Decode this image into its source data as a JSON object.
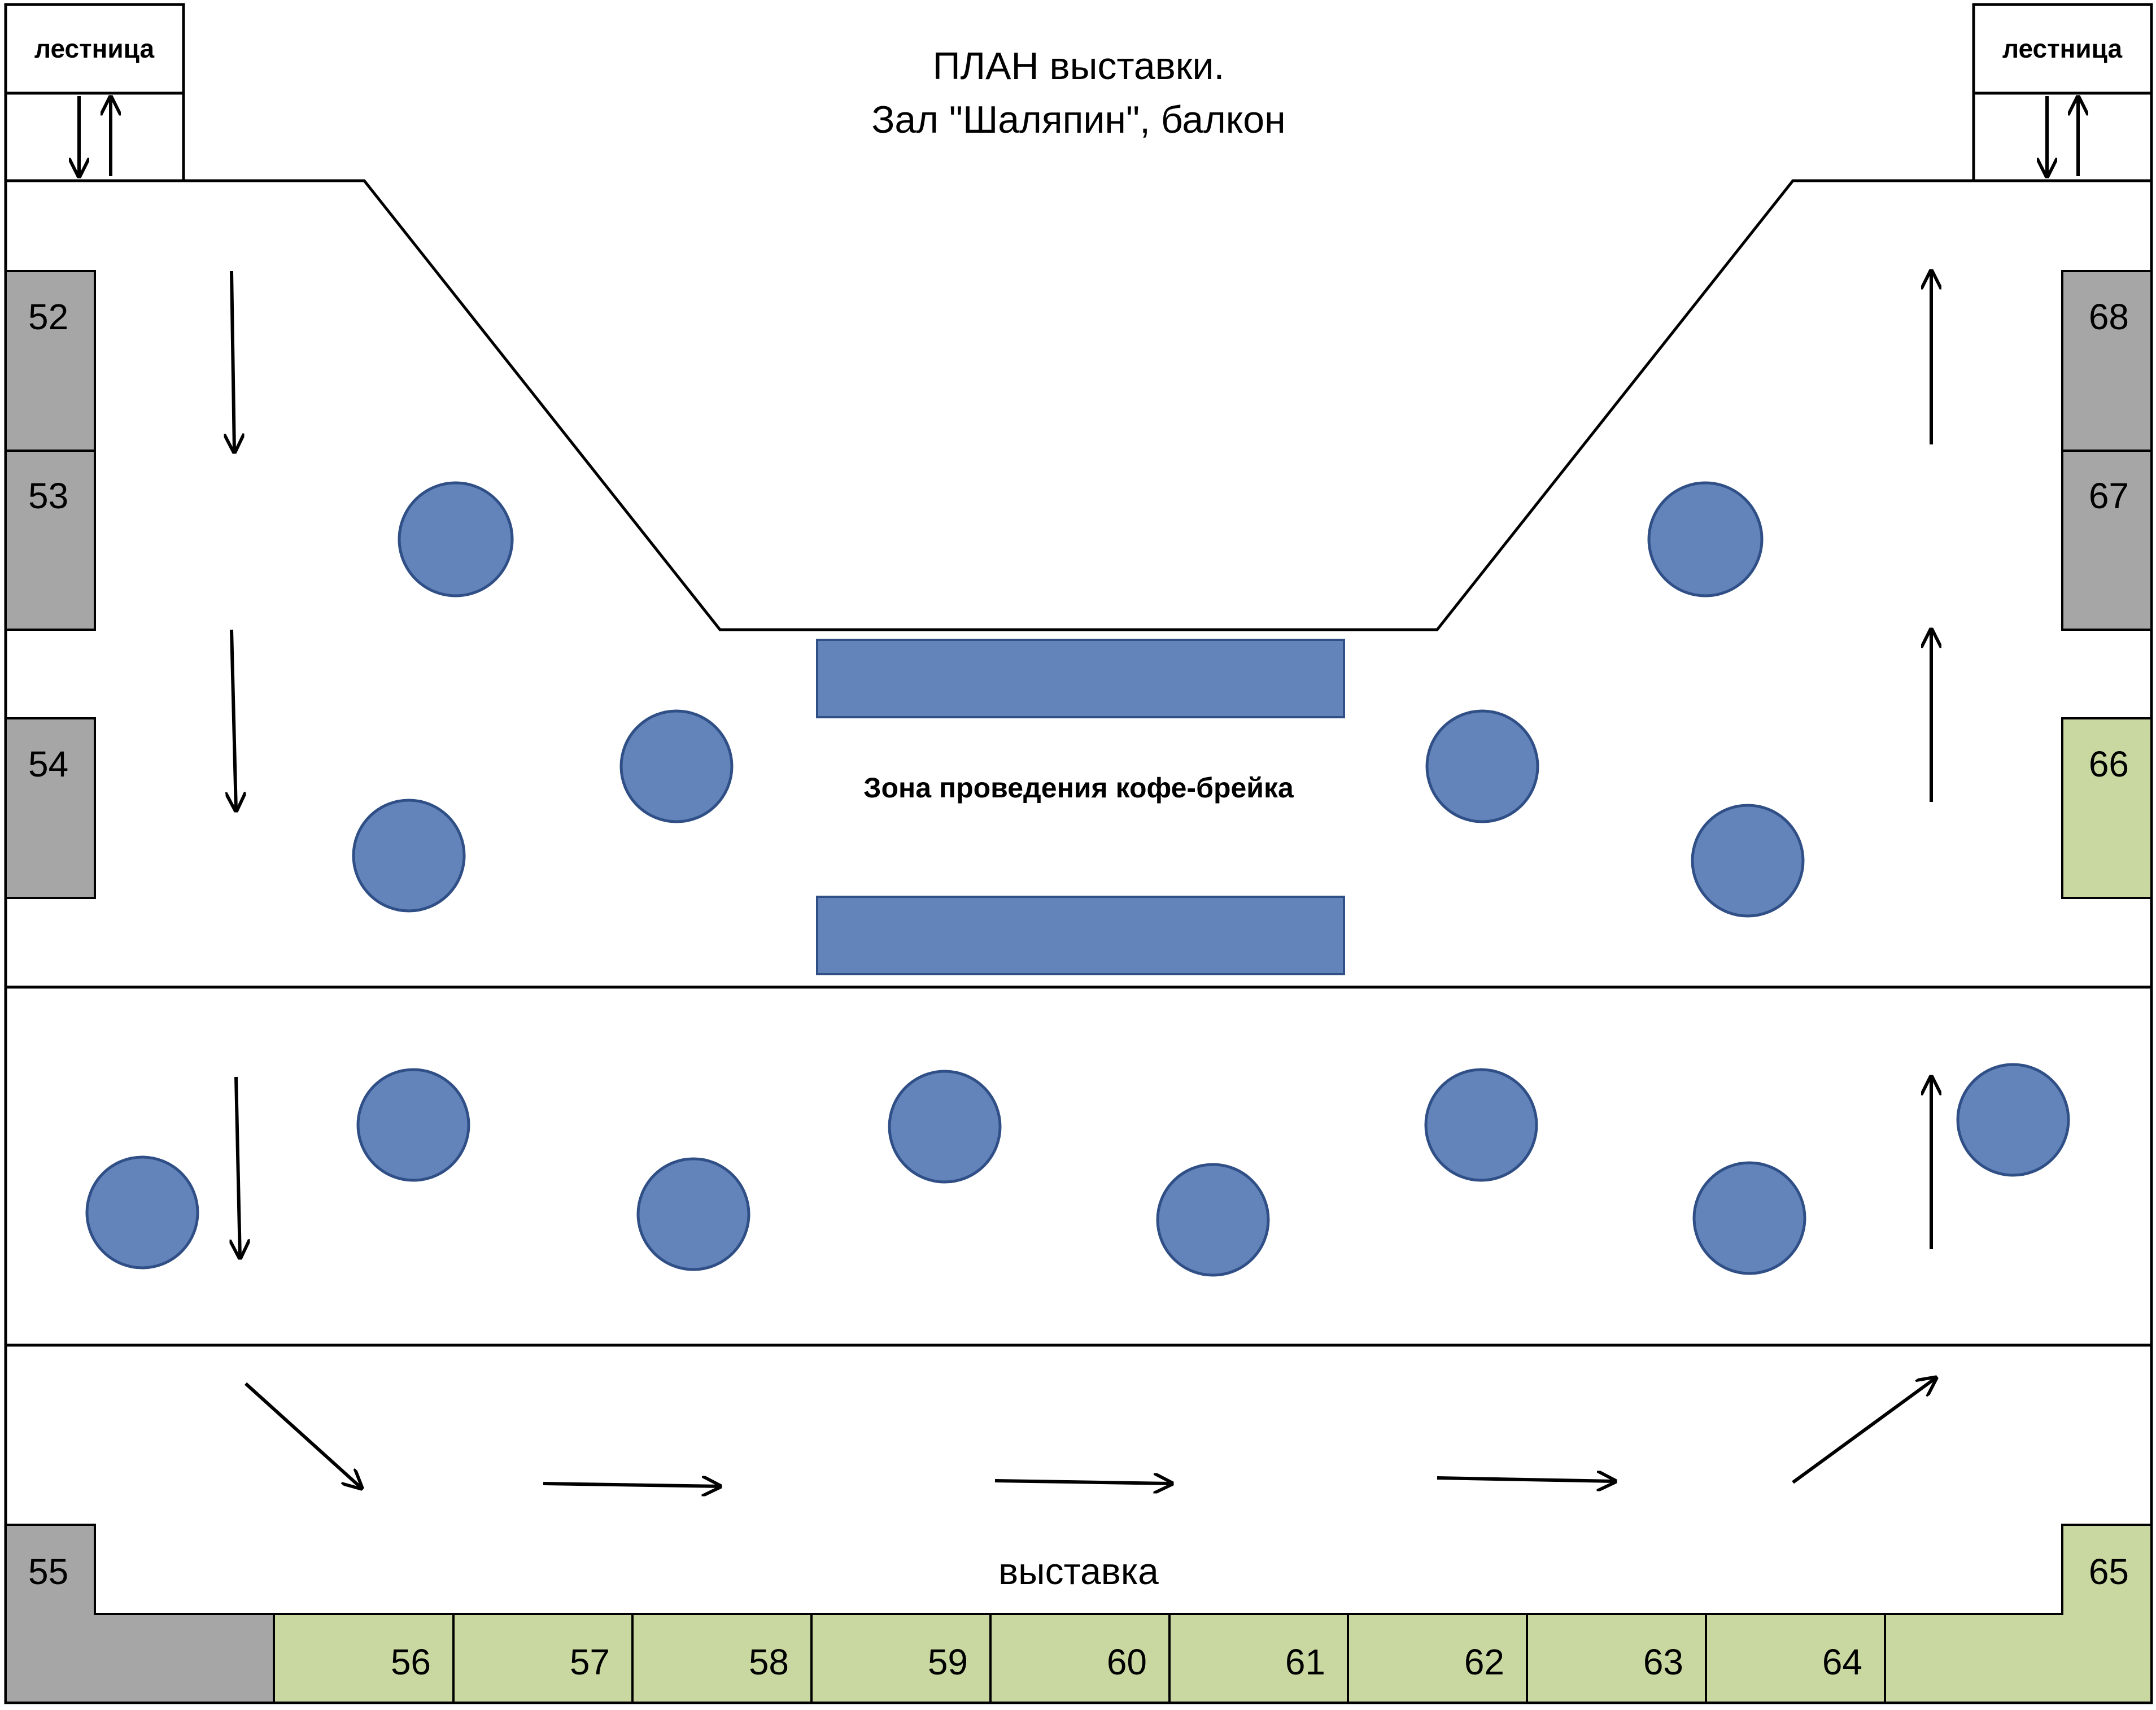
{
  "title": {
    "line1": "ПЛАН выставки.",
    "line2": "Зал \"Шаляпин\", балкон"
  },
  "stairs": {
    "left_label": "лестница",
    "right_label": "лестница"
  },
  "zones": {
    "coffee_break": "Зона проведения кофе-брейка",
    "exhibition": "выставка"
  },
  "colors": {
    "booth_gray": "#a6a6a6",
    "booth_green": "#c9d8a0",
    "table_blue": "#6383bb",
    "line": "#000000"
  },
  "booths": {
    "b52": "52",
    "b53": "53",
    "b54": "54",
    "b55": "55",
    "b56": "56",
    "b57": "57",
    "b58": "58",
    "b59": "59",
    "b60": "60",
    "b61": "61",
    "b62": "62",
    "b63": "63",
    "b64": "64",
    "b65": "65",
    "b66": "66",
    "b67": "67",
    "b68": "68"
  }
}
